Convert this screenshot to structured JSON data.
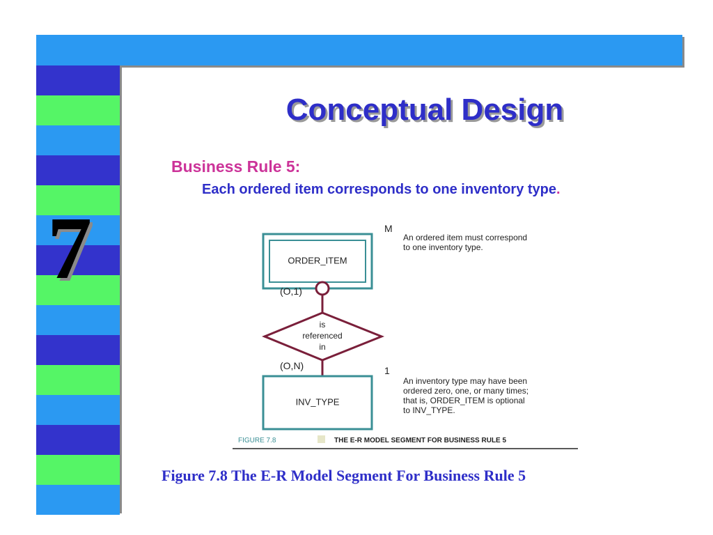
{
  "slide": {
    "chapter_number": "7",
    "title": "Conceptual Design",
    "rule_label": "Business Rule 5:",
    "rule_text": "Each ordered item corresponds to one inventory type",
    "rule_text_end": ".",
    "figure_caption": "Figure 7.8  The E-R Model Segment For Business Rule 5"
  },
  "colors": {
    "top_bar": "#2b99f2",
    "stripe_dark_blue": "#3333cc",
    "stripe_green": "#55f566",
    "stripe_light_blue": "#2b99f2",
    "title": "#2e2ec8",
    "rule_label": "#cc3399",
    "entity_border": "#3a8f95",
    "relationship_border": "#7a1f3a"
  },
  "diagram": {
    "entities": [
      {
        "name": "ORDER_ITEM",
        "type": "weak"
      },
      {
        "name": "INV_TYPE",
        "type": "strong"
      }
    ],
    "relationship": {
      "lines": [
        "is",
        "referenced",
        "in"
      ]
    },
    "cardinality_top": "M",
    "cardinality_bottom": "1",
    "participation_top": "(O,1)",
    "participation_bottom": "(O,N)",
    "note_top": [
      "An ordered item must correspond",
      "to one inventory type."
    ],
    "note_bottom": [
      "An inventory type may have been",
      "ordered zero, one, or many times;",
      "that is, ORDER_ITEM  is optional",
      "to INV_TYPE."
    ],
    "figure_number": "FIGURE 7.8",
    "figure_title": "THE E-R MODEL SEGMENT FOR BUSINESS RULE 5"
  }
}
